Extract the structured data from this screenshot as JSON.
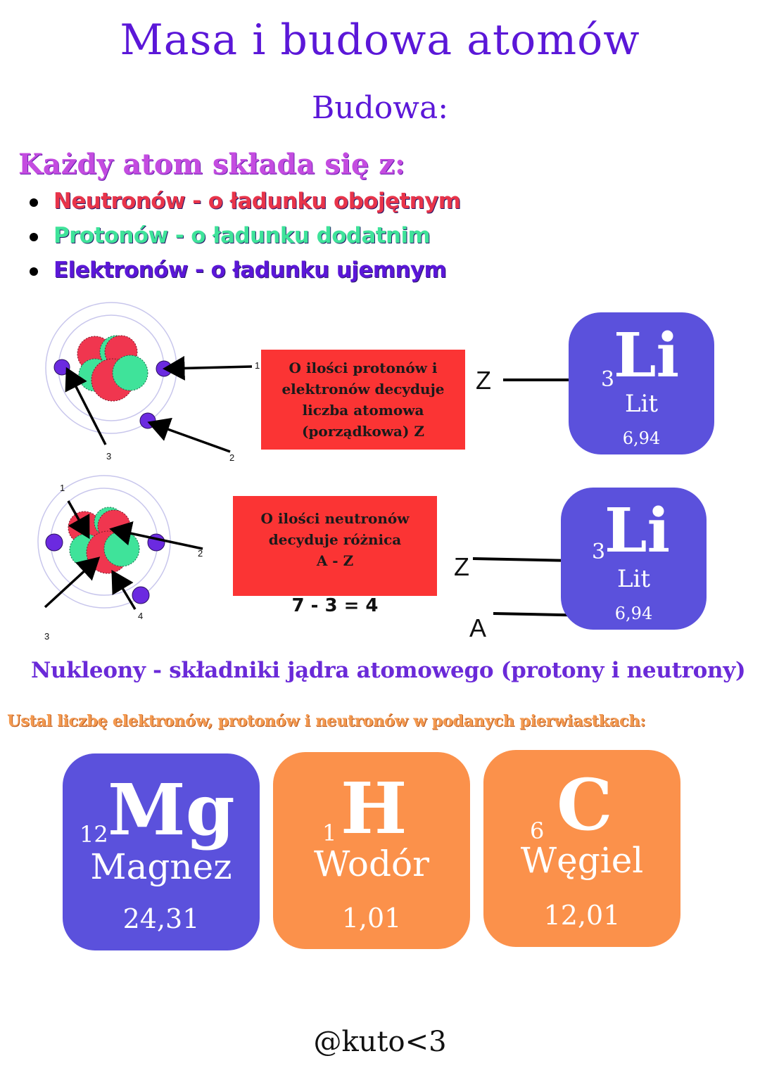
{
  "title": "Masa i budowa atomów",
  "subtitle": "Budowa:",
  "lead": "Każdy atom składa się z:",
  "bullets": [
    "Neutronów - o ładunku obojętnym",
    "Protonów - o ładunku dodatnim",
    "Elektronów - o ładunku ujemnym"
  ],
  "diagram1": {
    "labels": [
      "1",
      "2",
      "3"
    ],
    "box_lines": [
      "O ilości protonów i",
      "elektronów decyduje",
      "liczba atomowa",
      "(porządkowa) Z"
    ],
    "z_label": "Z",
    "tile": {
      "number": "3",
      "symbol": "Li",
      "name": "Lit",
      "mass": "6,94"
    }
  },
  "diagram2": {
    "labels": [
      "1",
      "2",
      "3",
      "4"
    ],
    "box_lines": [
      "O ilości neutronów",
      "decyduje różnica",
      "A - Z"
    ],
    "equation": "7 - 3 = 4",
    "z_label": "Z",
    "a_label": "A",
    "tile": {
      "number": "3",
      "symbol": "Li",
      "name": "Lit",
      "mass": "6,94"
    }
  },
  "nukleony": "Nukleony - składniki jądra atomowego (protony i neutrony)",
  "task": "Ustal liczbę elektronów, protonów i neutronów w podanych pierwiastkach:",
  "elements": [
    {
      "number": "12",
      "symbol": "Mg",
      "name": "Magnez",
      "mass": "24,31",
      "color": "#5b51dc"
    },
    {
      "number": "1",
      "symbol": "H",
      "name": "Wodór",
      "mass": "1,01",
      "color": "#fb914b"
    },
    {
      "number": "6",
      "symbol": "C",
      "name": "Węgiel",
      "mass": "12,01",
      "color": "#fb914b"
    }
  ],
  "footer": "@kuto<3",
  "colors": {
    "heading": "#5b17d8",
    "neutron": "#f0364f",
    "proton": "#3fe39a",
    "electron": "#6b2ae0",
    "redbox": "#fb3434",
    "tile_purple": "#5b51dc",
    "tile_orange": "#fb914b"
  }
}
